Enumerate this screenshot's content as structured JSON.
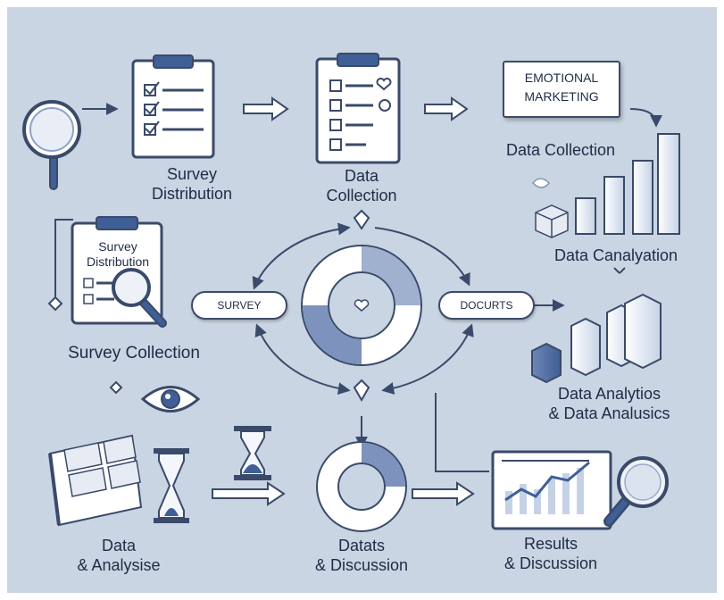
{
  "colors": {
    "background": "#c9d5e2",
    "accent": "#3f5f96",
    "ink": "#1f2b45",
    "panel": "#ffffff"
  },
  "labels": {
    "survey_distribution": "Survey\nDistribution",
    "data_collection_top": "Data\nCollection",
    "emotional_marketing": "EMOTIONAL\nMARKETING",
    "data_collection_right": "Data Collection",
    "data_canalyation": "Data Canalyation",
    "survey_distribution_clipboard": "Survey\nDistribution",
    "survey_pill": "SURVEY",
    "documents_pill": "DOCURTS",
    "survey_collection": "Survey Collection",
    "data_analytics": "Data Analytios\n& Data Analusics",
    "data_analysis": "Data\n& Analysise",
    "datats_discussion": "Datats\n& Discussion",
    "results_discussion": "Results\n& Discussion"
  },
  "icons": [
    "magnifier-icon",
    "clipboard-checklist-icon",
    "clipboard-hearts-icon",
    "bar-chart-icon",
    "cube-icon",
    "donut-chart-icon",
    "eye-icon",
    "hourglass-icon",
    "ledger-icon",
    "line-chart-magnifier-icon",
    "cycle-arrows-icon",
    "arrow-icon",
    "diamond-marker-icon"
  ]
}
